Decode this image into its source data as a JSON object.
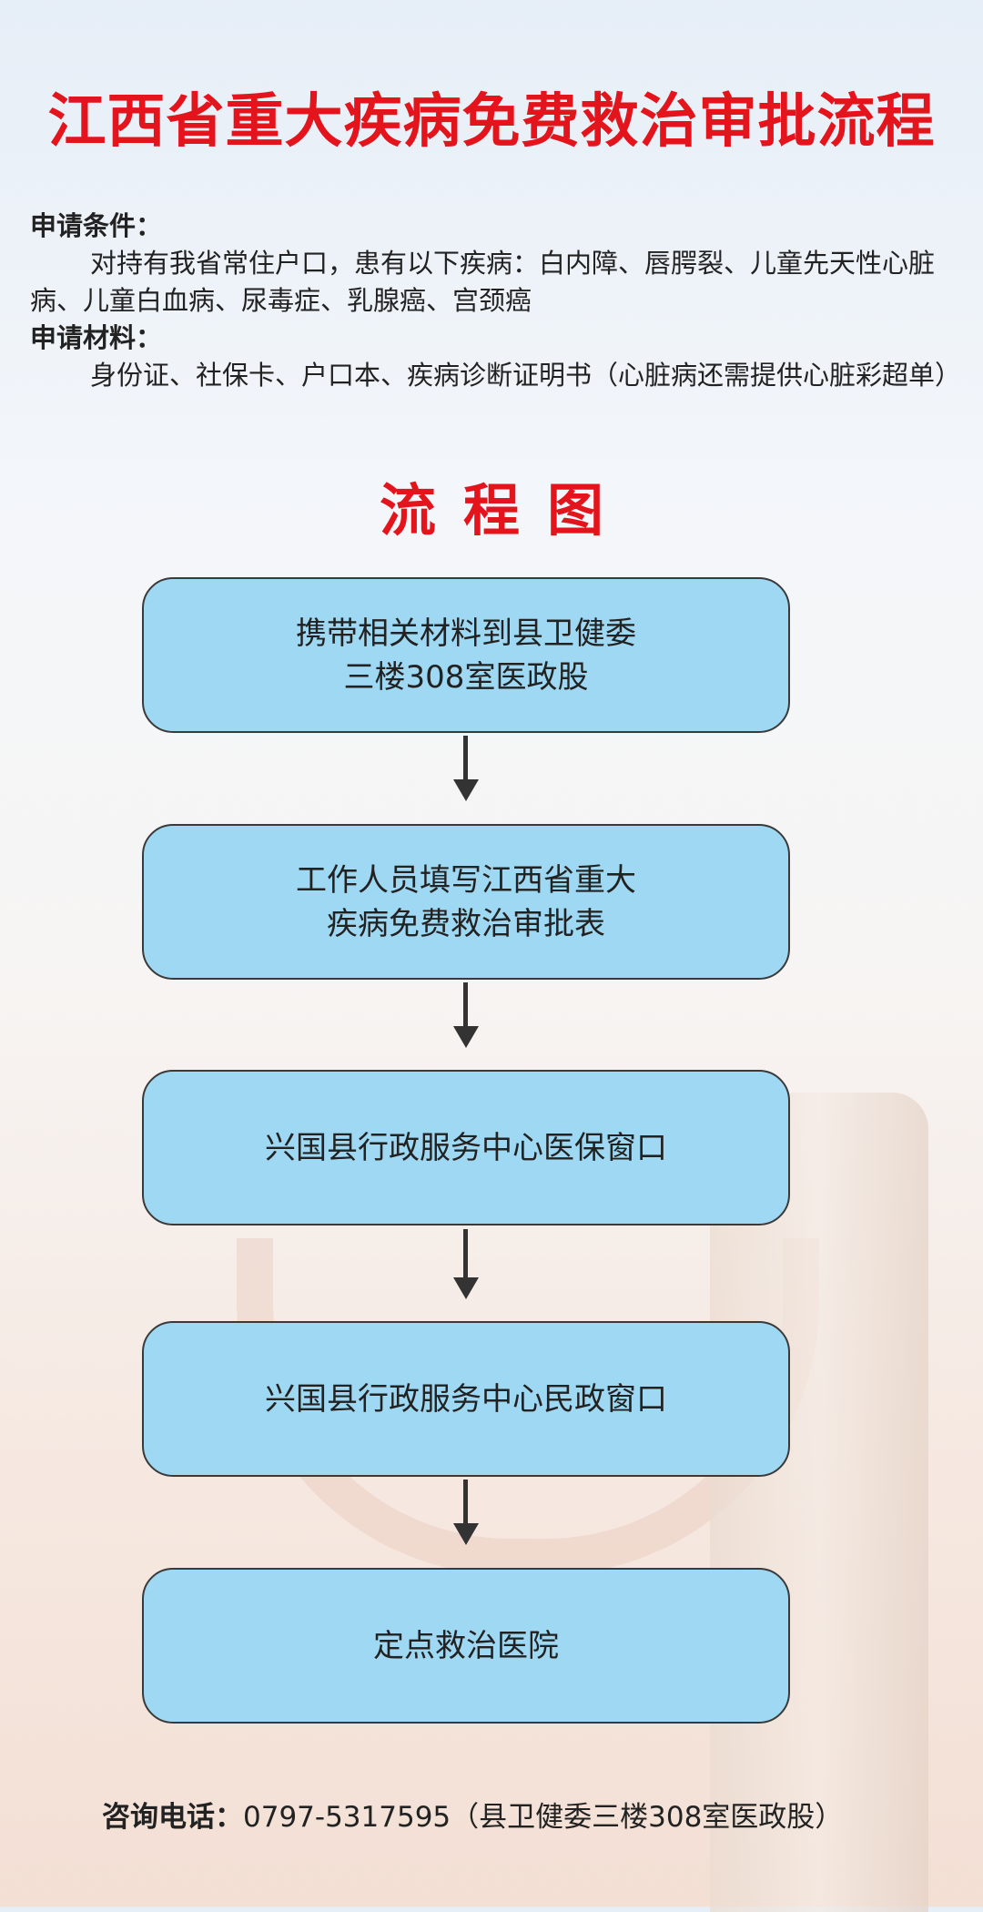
{
  "title": "江西省重大疾病免费救治审批流程",
  "conditions": {
    "label": "申请条件：",
    "text": "对持有我省常住户口，患有以下疾病：白内障、唇腭裂、儿童先天性心脏病、儿童白血病、尿毒症、乳腺癌、宫颈癌"
  },
  "materials": {
    "label": "申请材料：",
    "text": "身份证、社保卡、户口本、疾病诊断证明书（心脏病还需提供心脏彩超单）"
  },
  "flow_title": "流程图",
  "steps": [
    {
      "line1": "携带相关材料到县卫健委",
      "line2": "三楼308室医政股"
    },
    {
      "line1": "工作人员填写江西省重大",
      "line2": "疾病免费救治审批表"
    },
    {
      "line1": "兴国县行政服务中心医保窗口",
      "line2": ""
    },
    {
      "line1": "兴国县行政服务中心民政窗口",
      "line2": ""
    },
    {
      "line1": "定点救治医院",
      "line2": ""
    }
  ],
  "footer": {
    "label": "咨询电话：",
    "phone": "0797-5317595",
    "note": "（县卫健委三楼308室医政股）"
  },
  "colors": {
    "title_red": "#e3141c",
    "box_fill": "#9fd8f3"
  }
}
